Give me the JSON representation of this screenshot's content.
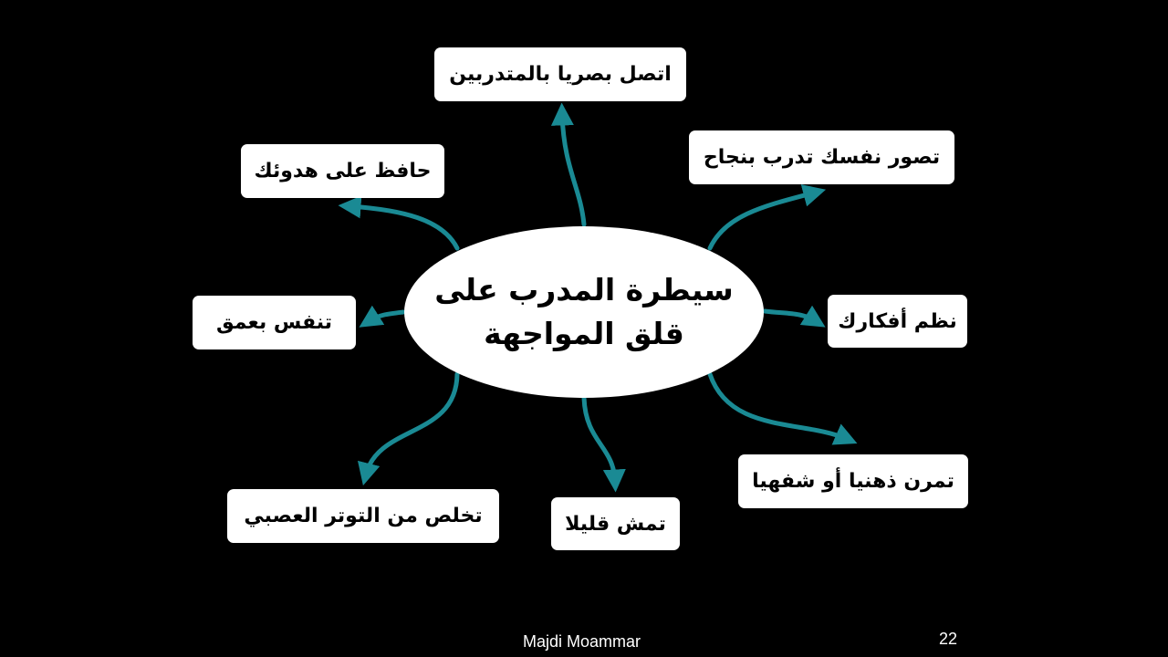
{
  "slide": {
    "background_color": "#000000",
    "arrow_color": "#1a8a94",
    "center": {
      "line1": "سيطرة المدرب على",
      "line2": "قلق المواجهة"
    },
    "items": {
      "top": "اتصل بصريا بالمتدربين",
      "top_right": "تصور نفسك تدرب بنجاح",
      "right": "نظم أفكارك",
      "bottom_right": "تمرن ذهنيا أو شفهيا",
      "bottom": "تمش قليلا",
      "bottom_left": "تخلص من التوتر العصبي",
      "left": "تنفس بعمق",
      "top_left": "حافظ على هدوئك"
    },
    "footer": {
      "author": "Majdi Moammar",
      "page_number": "22"
    }
  }
}
